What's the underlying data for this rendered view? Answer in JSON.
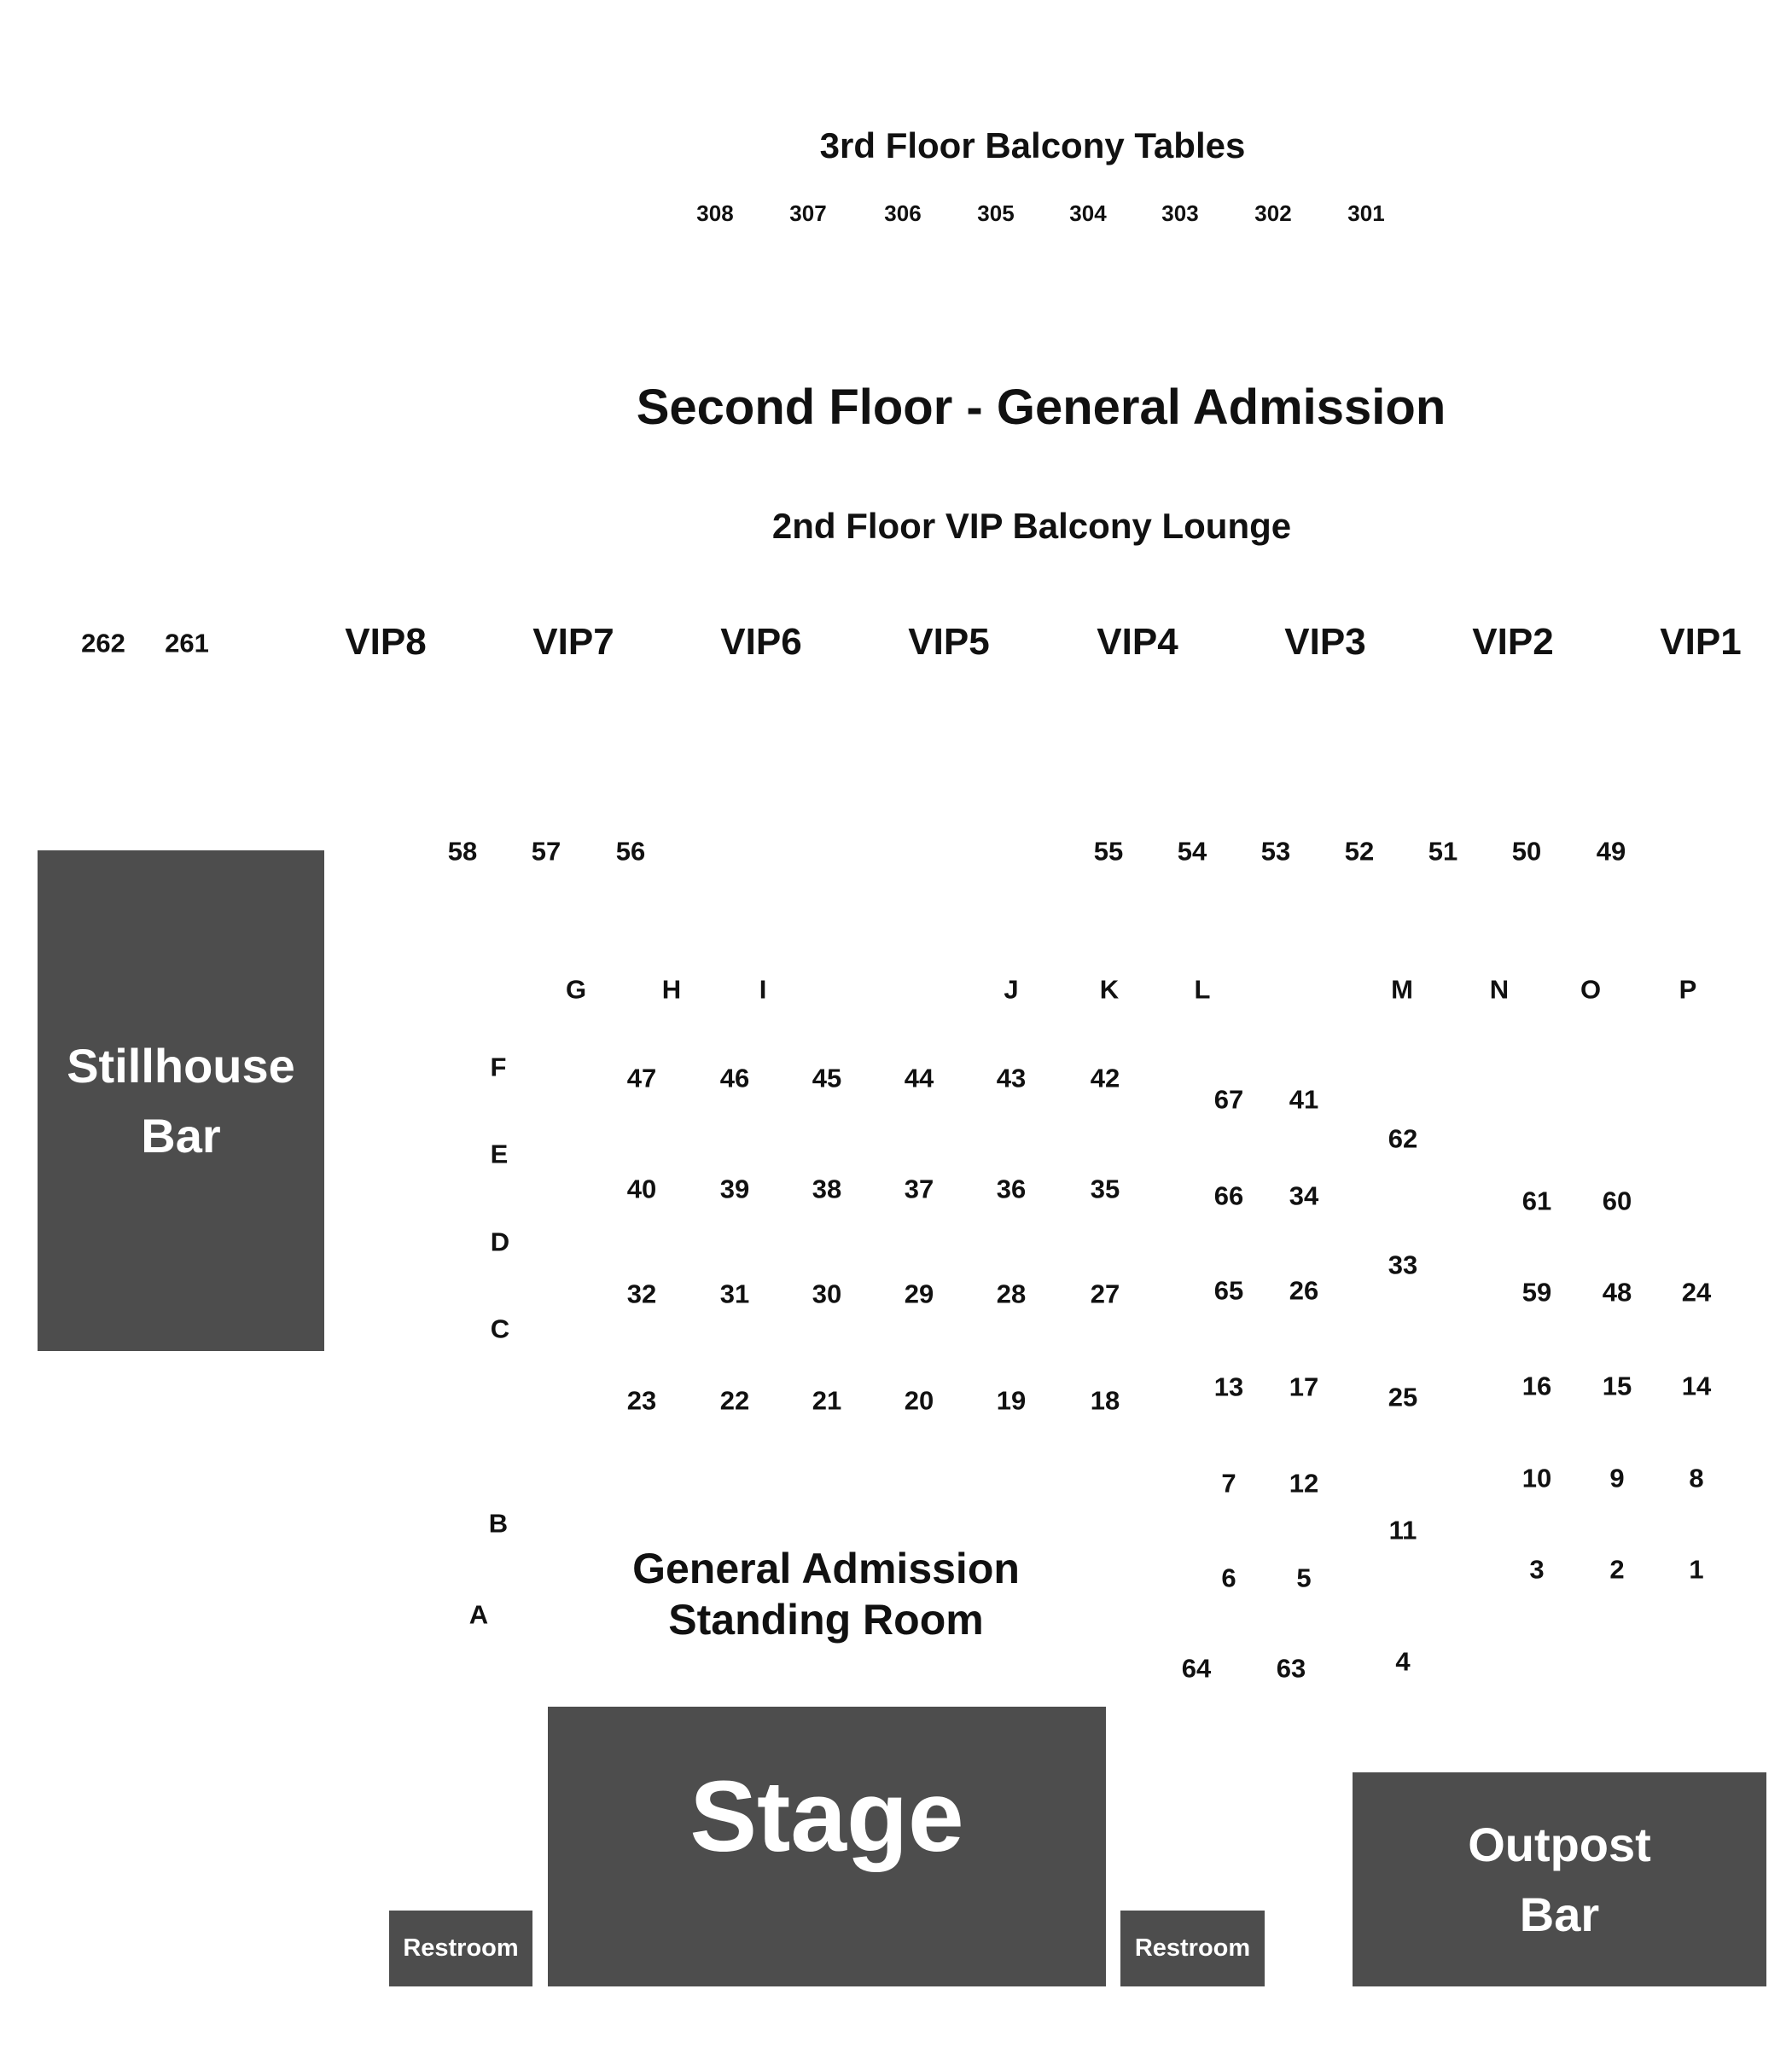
{
  "colors": {
    "block": "#4d4d4d",
    "block_text": "#ffffff",
    "text": "#111111",
    "background": "#ffffff"
  },
  "headings": {
    "third_floor": "3rd Floor Balcony Tables",
    "second_floor": "Second Floor - General Admission",
    "vip_lounge": "2nd Floor VIP Balcony Lounge",
    "general_admission_line1": "General Admission",
    "general_admission_line2": "Standing Room"
  },
  "balcony_tables": [
    "308",
    "307",
    "306",
    "305",
    "304",
    "303",
    "302",
    "301"
  ],
  "lounge_tables": [
    "262",
    "261"
  ],
  "vip_sections": [
    "VIP8",
    "VIP7",
    "VIP6",
    "VIP5",
    "VIP4",
    "VIP3",
    "VIP2",
    "VIP1"
  ],
  "upper_tables": [
    "58",
    "57",
    "56",
    "55",
    "54",
    "53",
    "52",
    "51",
    "50",
    "49"
  ],
  "column_letters": [
    "G",
    "H",
    "I",
    "J",
    "K",
    "L",
    "M",
    "N",
    "O",
    "P"
  ],
  "row_letters": [
    "F",
    "E",
    "D",
    "C",
    "B",
    "A"
  ],
  "tables": [
    "47",
    "46",
    "45",
    "44",
    "43",
    "42",
    "40",
    "39",
    "38",
    "37",
    "36",
    "35",
    "32",
    "31",
    "30",
    "29",
    "28",
    "27",
    "23",
    "22",
    "21",
    "20",
    "19",
    "18",
    "67",
    "41",
    "66",
    "34",
    "65",
    "26",
    "13",
    "17",
    "7",
    "12",
    "6",
    "5",
    "64",
    "63",
    "62",
    "33",
    "25",
    "11",
    "4",
    "61",
    "60",
    "59",
    "48",
    "24",
    "16",
    "15",
    "14",
    "10",
    "9",
    "8",
    "3",
    "2",
    "1"
  ],
  "blocks": {
    "stillhouse_bar_line1": "Stillhouse",
    "stillhouse_bar_line2": "Bar",
    "stage": "Stage",
    "outpost_bar_line1": "Outpost",
    "outpost_bar_line2": "Bar",
    "restroom_left": "Restroom",
    "restroom_right": "Restroom"
  }
}
